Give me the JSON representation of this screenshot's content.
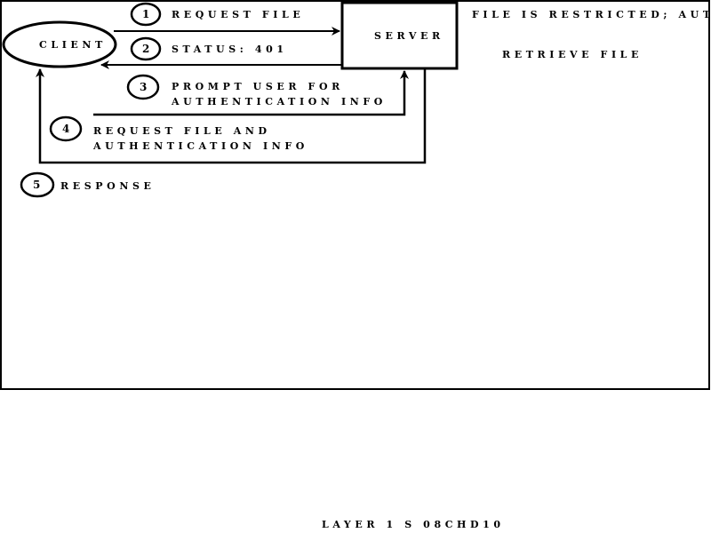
{
  "nodes": {
    "client": "CLIENT",
    "server": "SERVER"
  },
  "steps": [
    {
      "number": "1",
      "label": "REQUEST FILE"
    },
    {
      "number": "2",
      "label": "STATUS: 401"
    },
    {
      "number": "3",
      "label_line1": "PROMPT USER FOR",
      "label_line2": "AUTHENTICATION INFO"
    },
    {
      "number": "4",
      "label_line1": "REQUEST FILE AND",
      "label_line2": "AUTHENTICATION INFO"
    },
    {
      "number": "5",
      "label": "RESPONSE"
    }
  ],
  "notes": {
    "restricted": "FILE IS RESTRICTED; AUTH",
    "retrieve": "RETRIEVE FILE"
  },
  "footer": "LAYER 1 S 08CHD10"
}
